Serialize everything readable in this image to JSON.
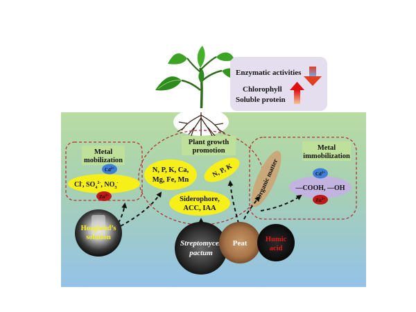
{
  "legend": {
    "enzymatic": "Enzymatic activities",
    "chlorophyll": "Chlorophyll",
    "soluble_protein": "Soluble protein"
  },
  "metal_mobilization": {
    "title_line1": "Metal",
    "title_line2": "mobilization",
    "cd": "Cd",
    "cd_sup": "2+",
    "zn": "Zn",
    "zn_sup": "2+",
    "anions": {
      "cl": "Cl",
      "so4": "SO",
      "no3": "NO"
    }
  },
  "plant_growth": {
    "title_line1": "Plant growth",
    "title_line2": "promotion",
    "nutrients_line1": "N, P, K, Ca,",
    "nutrients_line2": "Mg, Fe, Mn",
    "npk": "N, P, K",
    "siderophore_line1": "Siderophore,",
    "siderophore_line2": "ACC, IAA"
  },
  "metal_immobilization": {
    "title_line1": "Metal",
    "title_line2": "immobilization",
    "organic_matter": "Organic matter",
    "groups": "—COOH, —OH",
    "cd": "Cd",
    "cd_sup": "2+",
    "zn": "Zn",
    "zn_sup": "2+"
  },
  "sources": {
    "hoagland_line1": "Hoagland’s",
    "hoagland_line2": "solution",
    "strepto_line1": "Streptomyces",
    "strepto_line2": "pactum",
    "peat": "Peat",
    "humic_line1": "Humic",
    "humic_line2": "acid"
  },
  "colors": {
    "soil_top": "#a9d39a",
    "soil_bottom": "#9cc6e4",
    "dashed_border": "#b03030",
    "yellow": "#f7ef1a",
    "cd_blue": "#3f7fd8",
    "zn_red": "#c01818",
    "organic_tan": "#c9a87a",
    "lavender": "#c3b3e0"
  }
}
